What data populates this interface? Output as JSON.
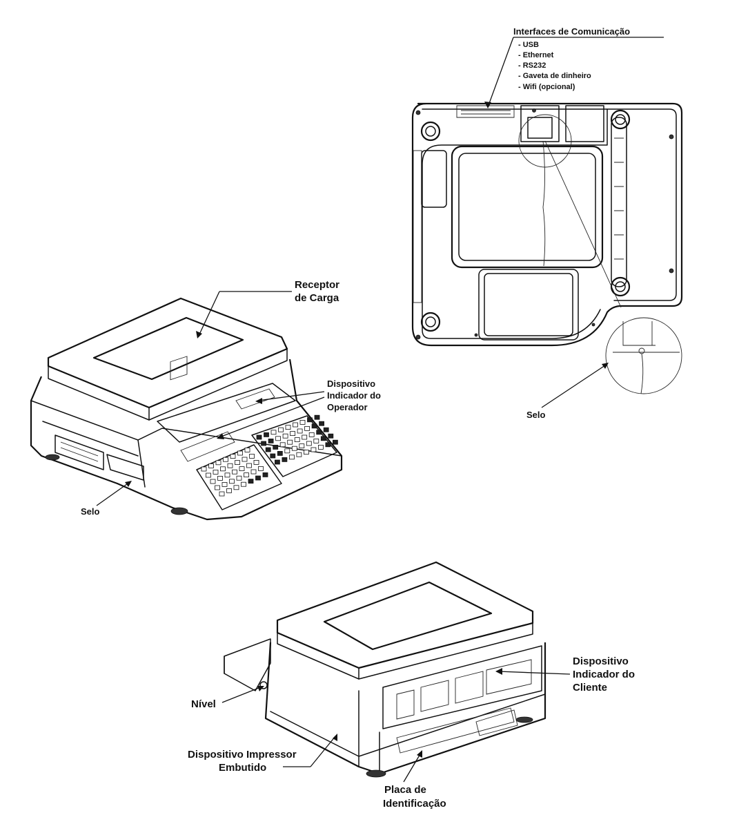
{
  "interfaces": {
    "title": "Interfaces de Comunicação",
    "items": [
      "- USB",
      "- Ethernet",
      "- RS232",
      "- Gaveta de dinheiro",
      "- Wifi (opcional)"
    ]
  },
  "labels": {
    "selo_bottom_view": "Selo",
    "receptor_line1": "Receptor",
    "receptor_line2": "de Carga",
    "operador_line1": "Dispositivo",
    "operador_line2": "Indicador do",
    "operador_line3": "Operador",
    "selo_front_view": "Selo",
    "cliente_line1": "Dispositivo",
    "cliente_line2": "Indicador do",
    "cliente_line3": "Cliente",
    "nivel": "Nível",
    "impressor_line1": "Dispositivo Impressor",
    "impressor_line2": "Embutido",
    "placa_line1": "Placa de",
    "placa_line2": "Identificação"
  },
  "colors": {
    "ink": "#111111",
    "background": "#ffffff"
  }
}
